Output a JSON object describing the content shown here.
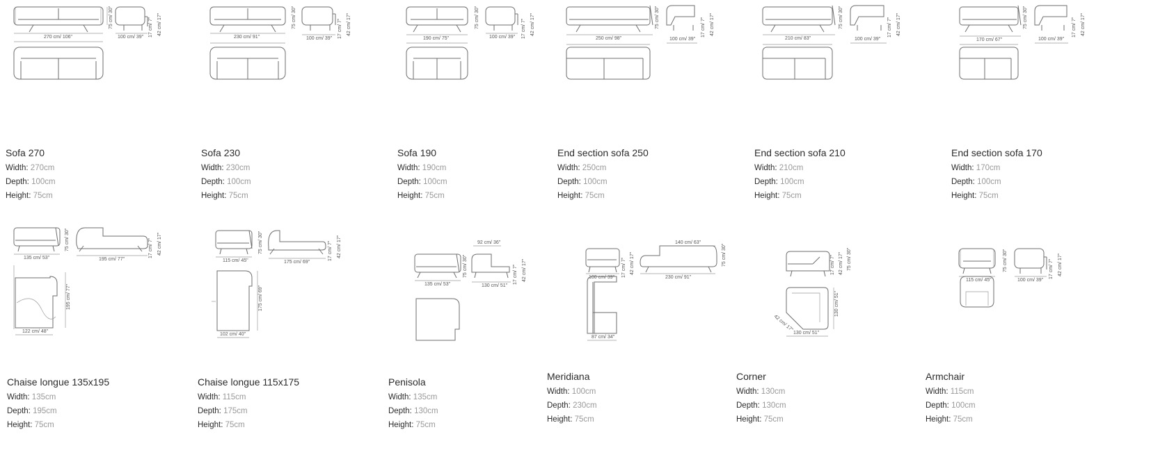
{
  "colors": {
    "text": "#2b2b2b",
    "value": "#999999",
    "line": "#6e6e6e"
  },
  "labels": {
    "width": "Width:",
    "depth": "Depth:",
    "height": "Height:"
  },
  "products": [
    {
      "name": "Sofa 270",
      "width": "270cm",
      "depth": "100cm",
      "height": "75cm",
      "dims": {
        "w": "270 cm/ 106\"",
        "d": "100 cm/ 39\"",
        "h": "75 cm/ 30\"",
        "s": "42 cm/ 17\"",
        "l": "17 cm/ 7\""
      }
    },
    {
      "name": "Sofa 230",
      "width": "230cm",
      "depth": "100cm",
      "height": "75cm",
      "dims": {
        "w": "230 cm/ 91\"",
        "d": "100 cm/ 39\"",
        "h": "75 cm/ 30\"",
        "s": "42 cm/ 17\"",
        "l": "17 cm/ 7\""
      }
    },
    {
      "name": "Sofa 190",
      "width": "190cm",
      "depth": "100cm",
      "height": "75cm",
      "dims": {
        "w": "190 cm/ 75\"",
        "d": "100 cm/ 39\"",
        "h": "75 cm/ 30\"",
        "s": "42 cm/ 17\"",
        "l": "17 cm/ 7\""
      }
    },
    {
      "name": "End section sofa 250",
      "width": "250cm",
      "depth": "100cm",
      "height": "75cm",
      "dims": {
        "w": "250 cm/ 98\"",
        "d": "100 cm/ 39\"",
        "h": "75 cm/ 30\"",
        "s": "42 cm/ 17\"",
        "l": "17 cm/ 7\""
      }
    },
    {
      "name": "End section sofa 210",
      "width": "210cm",
      "depth": "100cm",
      "height": "75cm",
      "dims": {
        "w": "210 cm/ 83\"",
        "d": "100 cm/ 39\"",
        "h": "75 cm/ 30\"",
        "s": "42 cm/ 17\"",
        "l": "17 cm/ 7\""
      }
    },
    {
      "name": "End section sofa 170",
      "width": "170cm",
      "depth": "100cm",
      "height": "75cm",
      "dims": {
        "w": "170 cm/ 67\"",
        "d": "100 cm/ 39\"",
        "h": "75 cm/ 30\"",
        "s": "42 cm/ 17\"",
        "l": "17 cm/ 7\""
      }
    },
    {
      "name": "Chaise longue 135x195",
      "width": "135cm",
      "depth": "195cm",
      "height": "75cm",
      "dims": {
        "w": "135 cm/ 53\"",
        "d": "195 cm/ 77\"",
        "h": "75 cm/ 30\"",
        "s": "42 cm/ 17\"",
        "l": "17 cm/ 7\"",
        "p": "122 cm/ 48\"",
        "q": "195 cm/ 77\""
      }
    },
    {
      "name": "Chaise longue 115x175",
      "width": "115cm",
      "depth": "175cm",
      "height": "75cm",
      "dims": {
        "w": "115 cm/ 45\"",
        "d": "175 cm/ 69\"",
        "h": "75 cm/ 30\"",
        "s": "42 cm/ 17\"",
        "l": "17 cm/ 7\"",
        "p": "102 cm/ 40\"",
        "q": "175 cm/ 69\""
      }
    },
    {
      "name": "Penisola",
      "width": "135cm",
      "depth": "130cm",
      "height": "75cm",
      "dims": {
        "w": "135 cm/ 53\"",
        "d": "130 cm/ 51\"",
        "h": "75 cm/ 30\"",
        "s": "42 cm/ 17\"",
        "l": "17 cm/ 7\"",
        "t": "92 cm/ 36\""
      }
    },
    {
      "name": "Meridiana",
      "width": "100cm",
      "depth": "230cm",
      "height": "75cm",
      "dims": {
        "w": "100 cm/ 39\"",
        "d": "230 cm/ 91\"",
        "h": "75 cm/ 30\"",
        "s": "42 cm/ 17\"",
        "l": "17 cm/ 7\"",
        "t": "140 cm/ 63\"",
        "p": "87 cm/ 34\""
      }
    },
    {
      "name": "Corner",
      "width": "130cm",
      "depth": "130cm",
      "height": "75cm",
      "dims": {
        "w": "130 cm/ 51\"",
        "d": "130 cm/ 51\"",
        "h": "75 cm/ 30\"",
        "s": "42 cm/ 17\"",
        "l": "17 cm/ 7\"",
        "c": "42 cm/ 17\""
      }
    },
    {
      "name": "Armchair",
      "width": "115cm",
      "depth": "100cm",
      "height": "75cm",
      "dims": {
        "w": "115 cm/ 45\"",
        "d": "100 cm/ 39\"",
        "h": "75 cm/ 30\"",
        "s": "42 cm/ 17\"",
        "l": "17 cm/ 7\""
      }
    }
  ]
}
